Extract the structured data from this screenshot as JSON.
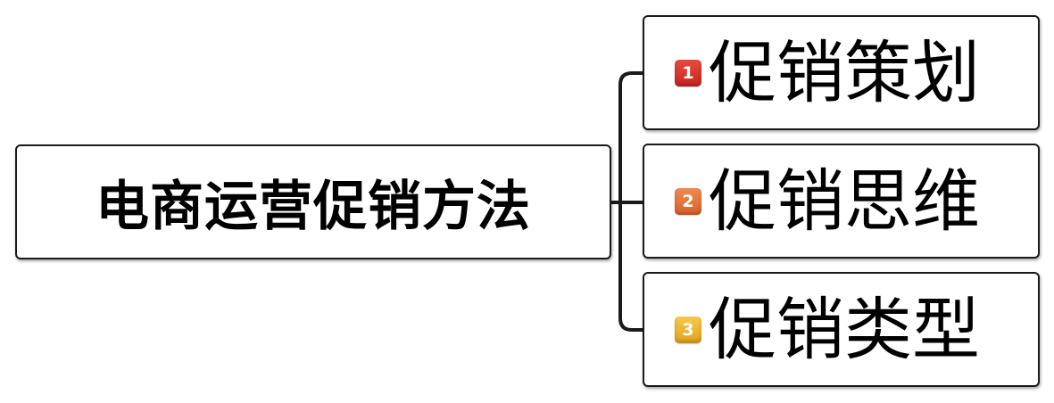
{
  "diagram": {
    "root": {
      "label": "电商运营促销方法"
    },
    "children": [
      {
        "label": "促销策划",
        "priority": "1",
        "badge_color": "#d9342b"
      },
      {
        "label": "促销思维",
        "priority": "2",
        "badge_color": "#e8733a"
      },
      {
        "label": "促销类型",
        "priority": "3",
        "badge_color": "#eeb530"
      }
    ],
    "connector_color": "#1a1a1a"
  }
}
